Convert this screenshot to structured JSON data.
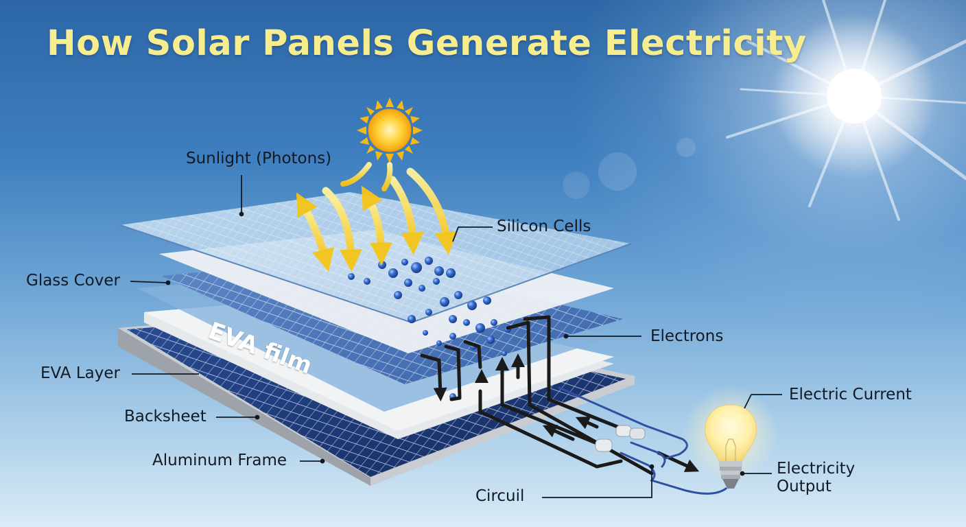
{
  "title": "How Solar Panels Generate Electricity",
  "diagram": {
    "in_panel_text": "EVA film",
    "labels": {
      "sunlight": "Sunlight (Photons)",
      "silicon_cells": "Silicon Cells",
      "glass_cover": "Glass Cover",
      "electrons": "Electrons",
      "eva_layer": "EVA Layer",
      "backsheet": "Backsheet",
      "aluminum_frame": "Aluminum Frame",
      "electric_current": "Electric Current",
      "electricity_output_line1": "Electricity",
      "electricity_output_line2": "Output",
      "circuit": "Circuil"
    },
    "layers_top_to_bottom": [
      "Glass Cover",
      "Silicon Cells",
      "EVA film",
      "Backsheet",
      "Aluminum Frame"
    ],
    "icons": [
      "sun-icon",
      "sun-flare-icon",
      "photon-arrow-icon",
      "electron-icon",
      "light-bulb-icon",
      "wire-connector-icon"
    ],
    "colors": {
      "title": "#f7ec8e",
      "sky_top": "#2c66a6",
      "sky_bottom": "#d9ebf6",
      "photon": "#f5c518",
      "electron": "#2456b0",
      "cell_blue": "#1e3a78",
      "wire": "#1a1a1a",
      "wire_blue": "#2f4fa0",
      "frame": "#b8bcc2"
    }
  }
}
